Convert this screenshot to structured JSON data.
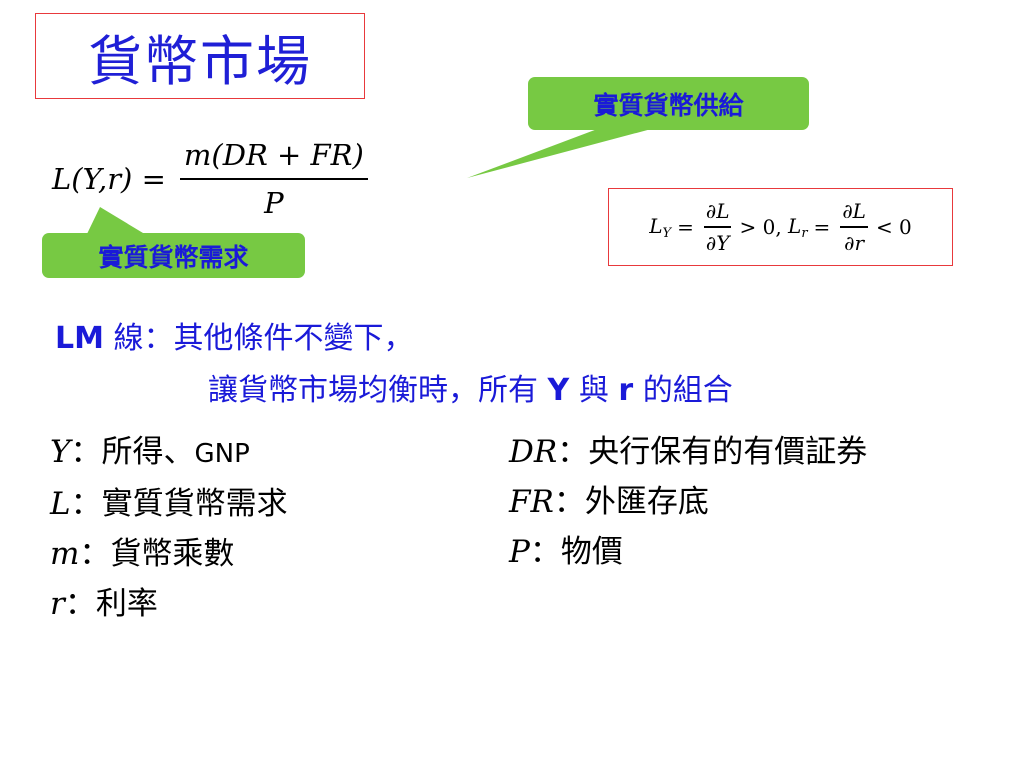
{
  "title": "貨幣市場",
  "callouts": {
    "supply": "實質貨幣供給",
    "demand": "實質貨幣需求"
  },
  "equation": {
    "lhs": "L(Y,r) =",
    "numerator": "m(DR + FR)",
    "denominator": "P"
  },
  "derivatives": {
    "ly_lhs": "L",
    "ly_sub": "Y",
    "ly_num": "∂L",
    "ly_den": "∂Y",
    "ly_rel": "> 0, ",
    "lr_lhs": "L",
    "lr_sub": "r",
    "lr_num": "∂L",
    "lr_den": "∂r",
    "lr_rel": "< 0",
    "eq": "="
  },
  "lm": {
    "label": "LM",
    "line1": " 線：其他條件不變下，",
    "line2_a": "讓貨幣市場均衡時，所有 ",
    "line2_y": "Y",
    "line2_b": " 與 ",
    "line2_r": "r",
    "line2_c": " 的組合"
  },
  "definitions_left": [
    {
      "symbol": "Y",
      "text": "：所得、",
      "extra": "GNP"
    },
    {
      "symbol": "L",
      "text": "：實質貨幣需求",
      "extra": ""
    },
    {
      "symbol": "m",
      "text": "：貨幣乘數",
      "extra": ""
    },
    {
      "symbol": "r",
      "text": "：利率",
      "extra": ""
    }
  ],
  "definitions_right": [
    {
      "symbol": "DR",
      "text": "：央行保有的有價証券"
    },
    {
      "symbol": "FR",
      "text": "：外匯存底"
    },
    {
      "symbol": "P",
      "text": "：物價"
    }
  ],
  "colors": {
    "title_blue": "#1f1fd6",
    "text_blue": "#1a1ad8",
    "callout_green": "#77c943",
    "border_red": "#e8393c"
  }
}
